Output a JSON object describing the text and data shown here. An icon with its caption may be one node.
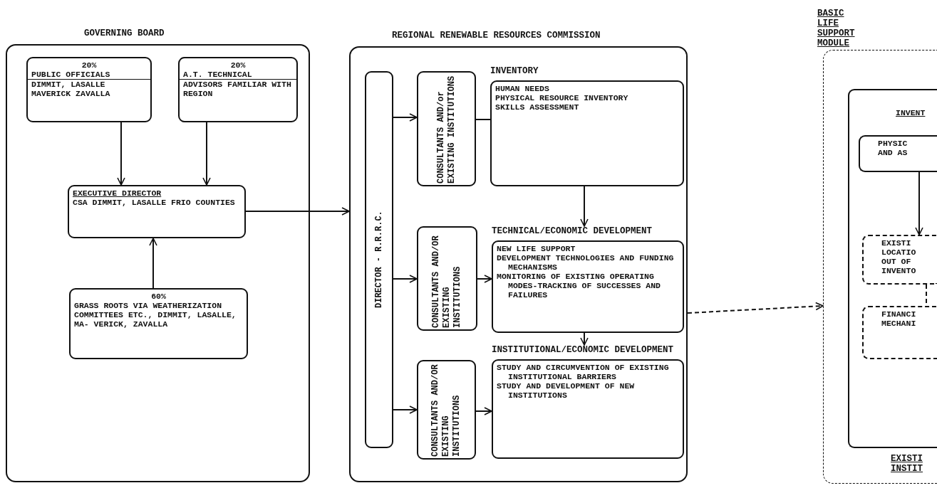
{
  "diagram": {
    "nodes": [
      {
        "text": [
          "GOVERNING BOARD"
        ]
      },
      {
        "text": [
          "20%",
          "PUBLIC OFFICIALS",
          "DIMMIT, LASALLE MAVERICK ZAVALLA"
        ],
        "in": 0
      },
      {
        "text": [
          "20%",
          "A.T. TECHNICAL",
          "ADVISORS FAMILIAR WITH REGION"
        ],
        "in": 0
      },
      {
        "text": [
          "EXECUTIVE DIRECTOR",
          "CSA DIMMIT, LASALLE FRIO COUNTIES"
        ],
        "in": 0
      },
      {
        "text": [
          "60%",
          "GRASS ROOTS VIA WEATHERIZATION COMMITTEES ETC., DIMMIT, LASALLE, MA- VERICK, ZAVALLA"
        ],
        "in": 0
      },
      {
        "text": [
          "REGIONAL RENEWABLE RESOURCES COMMISSION"
        ]
      },
      {
        "text": [
          "DIRECTOR - R.R.R.C."
        ],
        "in": 5
      },
      {
        "text": [
          "CONSULTANTS AND/or EXISTING INSTITUTIONS"
        ],
        "in": 5
      },
      {
        "text": [
          "INVENTORY",
          "HUMAN NEEDS",
          "PHYSICAL RESOURCE INVENTORY",
          "SKILLS ASSESSMENT"
        ],
        "in": 5
      },
      {
        "text": [
          "CONSULTANTS AND/OR EXISTING INSTITUTIONS"
        ],
        "in": 5
      },
      {
        "text": [
          "TECHNICAL/ECONOMIC DEVELOPMENT",
          "NEW LIFE SUPPORT",
          "DEVELOPMENT TECHNOLOGIES AND FUNDING MECHANISMS",
          "MONITORING OF EXISTING OPERATING MODES-TRACKING OF SUCCESSES AND FAILURES"
        ],
        "in": 5
      },
      {
        "text": [
          "CONSULTANTS AND/OR EXISTING INSTITUTIONS"
        ],
        "in": 5
      },
      {
        "text": [
          "INSTITUTIONAL/ECONOMIC DEVELOPMENT",
          "STUDY AND CIRCUMVENTION OF EXISTING INSTITUTIONAL BARRIERS",
          "STUDY AND DEVELOPMENT OF NEW INSTITUTIONS"
        ],
        "in": 5
      },
      {
        "text": [
          "BASIC LIFE SUPPORT MODULE",
          "EXISTI INSTIT"
        ]
      },
      {
        "text": [
          "INVENT"
        ],
        "in": 13
      },
      {
        "text": [
          "PHYSIC AND AS"
        ],
        "in": 14
      },
      {
        "text": [
          "EXISTI LOCATIO OUT OF INVENTO"
        ],
        "in": 14
      },
      {
        "text": [
          "FINANCI MECHANI"
        ],
        "in": 14
      }
    ],
    "edges": [
      {
        "from": 1,
        "to": 3,
        "arrow": "to"
      },
      {
        "from": 2,
        "to": 3,
        "arrow": "to"
      },
      {
        "from": 4,
        "to": 3,
        "arrow": "to"
      },
      {
        "from": 3,
        "to": 5,
        "arrow": "to"
      },
      {
        "from": 6,
        "to": 7,
        "arrow": "to"
      },
      {
        "from": 6,
        "to": 9,
        "arrow": "to"
      },
      {
        "from": 6,
        "to": 11,
        "arrow": "to"
      },
      {
        "from": 7,
        "to": 8,
        "arrow": "none"
      },
      {
        "from": 9,
        "to": 10,
        "arrow": "to"
      },
      {
        "from": 11,
        "to": 12,
        "arrow": "to"
      },
      {
        "from": 8,
        "to": 10,
        "arrow": "to"
      },
      {
        "from": 10,
        "to": 12,
        "arrow": "to"
      },
      {
        "from": 5,
        "to": 13,
        "arrow": "to",
        "style": "dashed"
      },
      {
        "from": 15,
        "to": 16,
        "arrow": "to"
      },
      {
        "from": 16,
        "to": 17,
        "arrow": "none",
        "style": "dashed"
      }
    ]
  }
}
